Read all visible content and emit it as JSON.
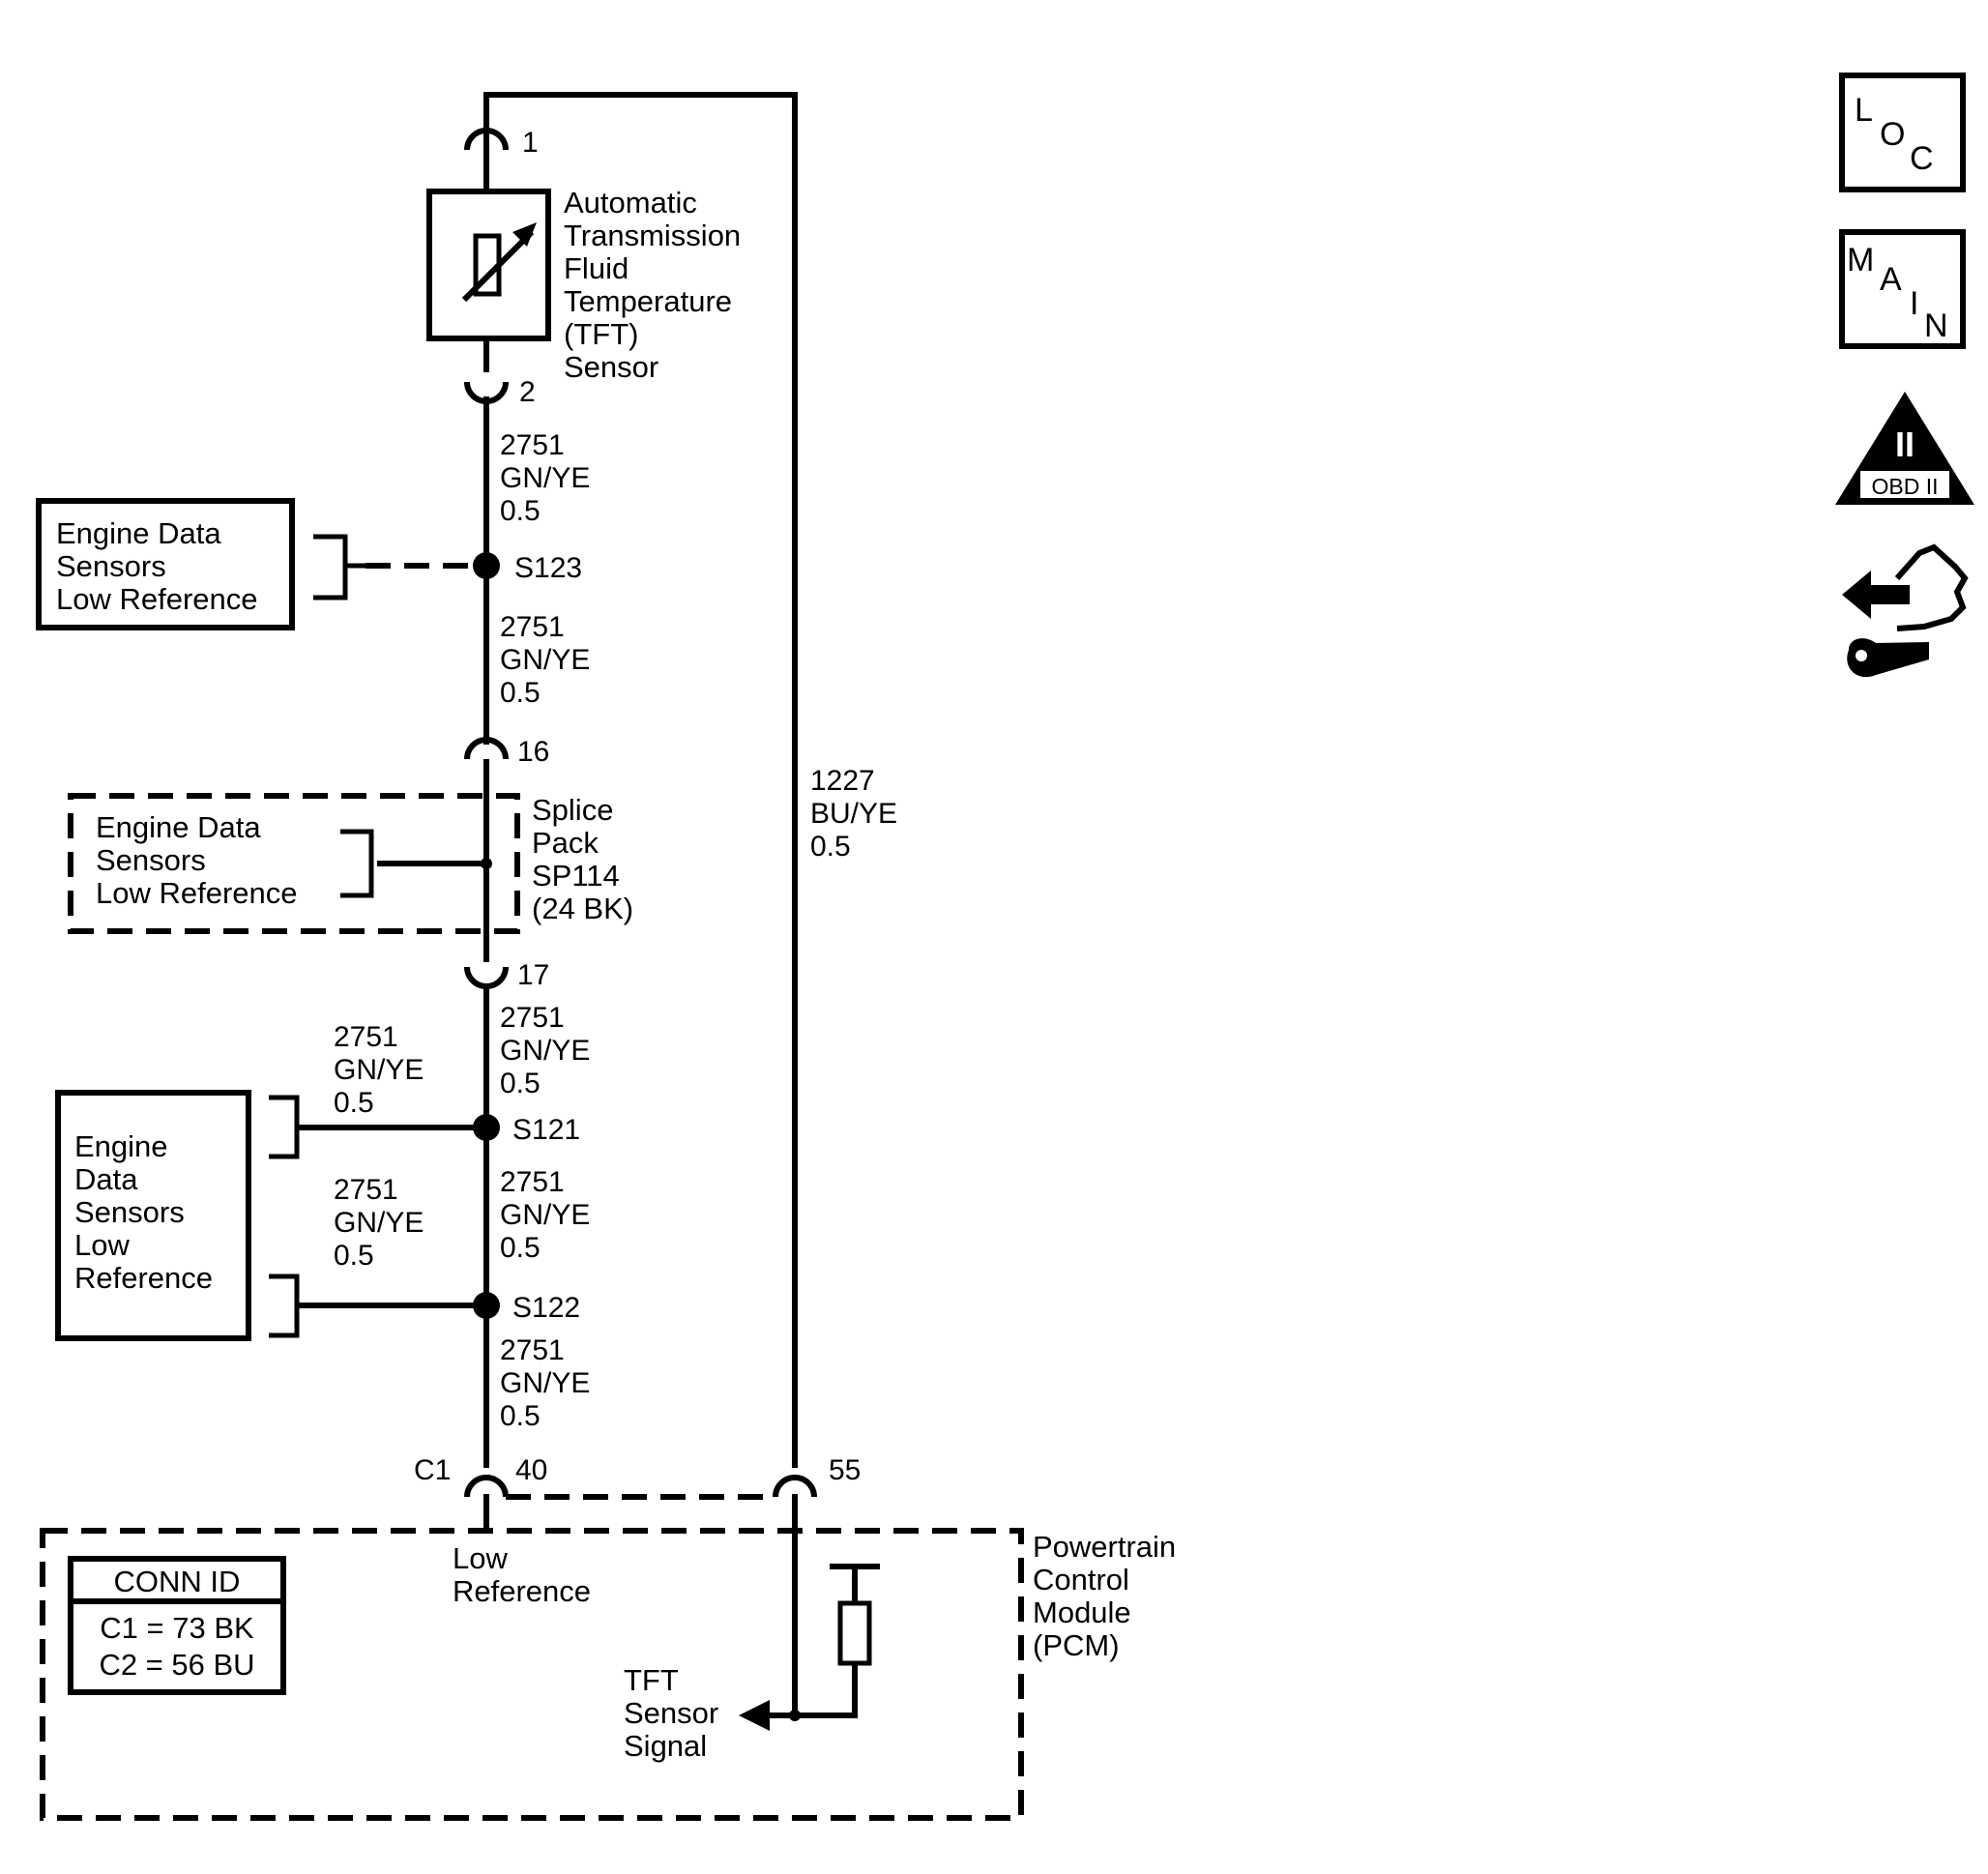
{
  "sensor": {
    "name_lines": [
      "Automatic",
      "Transmission",
      "Fluid",
      "Temperature",
      "(TFT)",
      "Sensor"
    ],
    "pin_top": "1",
    "pin_bottom": "2"
  },
  "wire_low_ref": {
    "circuit": "2751",
    "color": "GN/YE",
    "size": "0.5"
  },
  "wire_signal": {
    "circuit": "1227",
    "color": "BU/YE",
    "size": "0.5"
  },
  "splices": {
    "s123": "S123",
    "s121": "S121",
    "s122": "S122"
  },
  "splice_pack": {
    "pin_top": "16",
    "pin_bottom": "17",
    "label_lines": [
      "Splice",
      "Pack",
      "SP114",
      "(24 BK)"
    ]
  },
  "engine_data_box_1": {
    "lines": [
      "Engine Data",
      "Sensors",
      "Low Reference"
    ]
  },
  "engine_data_box_2": {
    "lines": [
      "Engine Data",
      "Sensors",
      "Low Reference"
    ]
  },
  "engine_data_box_3": {
    "lines": [
      "Engine",
      "Data",
      "Sensors",
      "Low",
      "Reference"
    ]
  },
  "pcm": {
    "connector": "C1",
    "pin_low": "40",
    "pin_signal": "55",
    "low_ref_lines": [
      "Low",
      "Reference"
    ],
    "signal_lines": [
      "TFT",
      "Sensor",
      "Signal"
    ],
    "name_lines": [
      "Powertrain",
      "Control",
      "Module",
      "(PCM)"
    ]
  },
  "conn_id": {
    "title": "CONN ID",
    "rows": [
      "C1 = 73 BK",
      "C2 = 56 BU"
    ]
  },
  "nav_icons": {
    "loc": {
      "letters": [
        "L",
        "O",
        "C"
      ],
      "icon": "location-icon"
    },
    "main": {
      "letters": [
        "M",
        "A",
        "I",
        "N"
      ],
      "icon": "main-icon"
    },
    "obd": {
      "label": "OBD II",
      "numeral": "II",
      "icon": "obd-ii-icon"
    },
    "repair": {
      "icon": "repair-hand-wrench-icon"
    }
  }
}
